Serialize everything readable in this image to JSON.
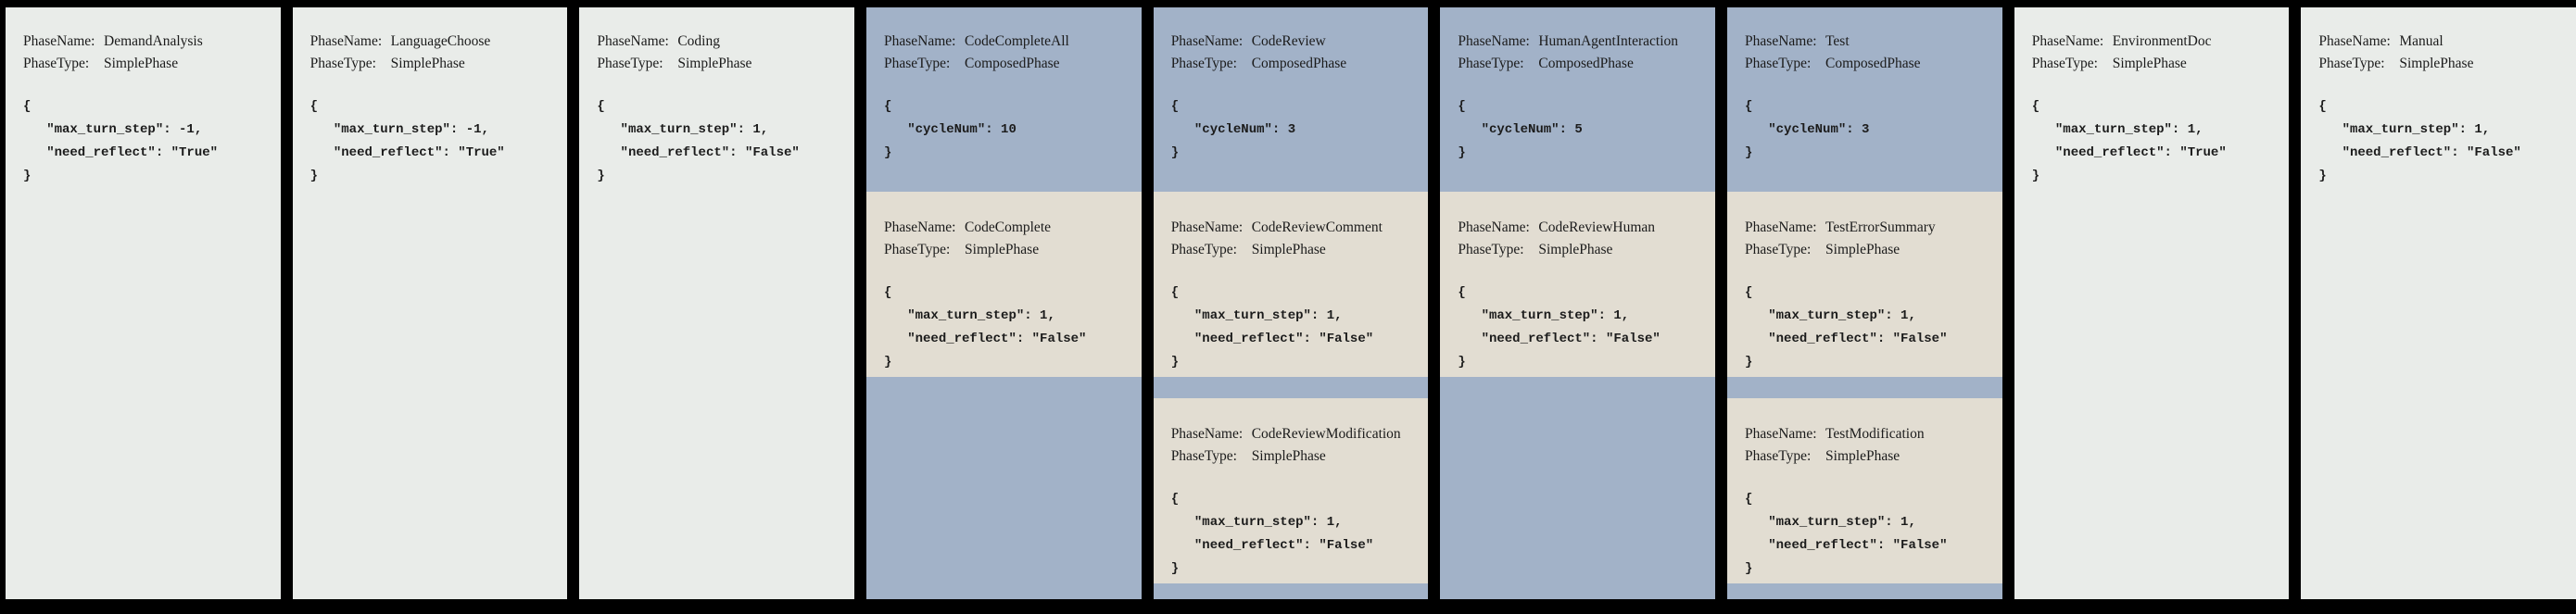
{
  "labels": {
    "phase_name": "PhaseName:",
    "phase_type": "PhaseType:"
  },
  "colors": {
    "background": "#000000",
    "simple_phase": "#e9ece9",
    "composed_phase": "#a2b2c8",
    "nested_phase": "#e2ddd2",
    "text": "#1b1b1b"
  },
  "columns": [
    {
      "phase_name": "DemandAnalysis",
      "phase_type": "SimplePhase",
      "config": "{\n   \"max_turn_step\": -1,\n   \"need_reflect\": \"True\"\n}"
    },
    {
      "phase_name": "LanguageChoose",
      "phase_type": "SimplePhase",
      "config": "{\n   \"max_turn_step\": -1,\n   \"need_reflect\": \"True\"\n}"
    },
    {
      "phase_name": "Coding",
      "phase_type": "SimplePhase",
      "config": "{\n   \"max_turn_step\": 1,\n   \"need_reflect\": \"False\"\n}"
    },
    {
      "phase_name": "CodeCompleteAll",
      "phase_type": "ComposedPhase",
      "config": "{\n   \"cycleNum\": 10\n}",
      "children": [
        {
          "phase_name": "CodeComplete",
          "phase_type": "SimplePhase",
          "config": "{\n   \"max_turn_step\": 1,\n   \"need_reflect\": \"False\"\n}"
        }
      ]
    },
    {
      "phase_name": "CodeReview",
      "phase_type": "ComposedPhase",
      "config": "{\n   \"cycleNum\": 3\n}",
      "children": [
        {
          "phase_name": "CodeReviewComment",
          "phase_type": "SimplePhase",
          "config": "{\n   \"max_turn_step\": 1,\n   \"need_reflect\": \"False\"\n}"
        },
        {
          "phase_name": "CodeReviewModification",
          "phase_type": "SimplePhase",
          "config": "{\n   \"max_turn_step\": 1,\n   \"need_reflect\": \"False\"\n}"
        }
      ]
    },
    {
      "phase_name": "HumanAgentInteraction",
      "phase_type": "ComposedPhase",
      "config": "{\n   \"cycleNum\": 5\n}",
      "children": [
        {
          "phase_name": "CodeReviewHuman",
          "phase_type": "SimplePhase",
          "config": "{\n   \"max_turn_step\": 1,\n   \"need_reflect\": \"False\"\n}"
        }
      ]
    },
    {
      "phase_name": "Test",
      "phase_type": "ComposedPhase",
      "config": "{\n   \"cycleNum\": 3\n}",
      "children": [
        {
          "phase_name": "TestErrorSummary",
          "phase_type": "SimplePhase",
          "config": "{\n   \"max_turn_step\": 1,\n   \"need_reflect\": \"False\"\n}"
        },
        {
          "phase_name": "TestModification",
          "phase_type": "SimplePhase",
          "config": "{\n   \"max_turn_step\": 1,\n   \"need_reflect\": \"False\"\n}"
        }
      ]
    },
    {
      "phase_name": "EnvironmentDoc",
      "phase_type": "SimplePhase",
      "config": "{\n   \"max_turn_step\": 1,\n   \"need_reflect\": \"True\"\n}"
    },
    {
      "phase_name": "Manual",
      "phase_type": "SimplePhase",
      "config": "{\n   \"max_turn_step\": 1,\n   \"need_reflect\": \"False\"\n}"
    }
  ]
}
